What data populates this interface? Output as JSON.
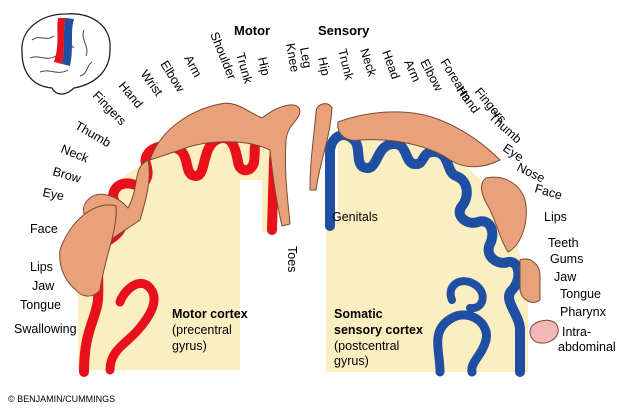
{
  "headings": {
    "motor": "Motor",
    "sensory": "Sensory"
  },
  "motor_labels": [
    "Toes",
    "Knee",
    "Hip",
    "Trunk",
    "Shoulder",
    "Arm",
    "Elbow",
    "Wrist",
    "Hand",
    "Fingers",
    "Thumb",
    "Neck",
    "Brow",
    "Eye",
    "Face",
    "Lips",
    "Jaw",
    "Tongue",
    "Swallowing"
  ],
  "sensory_labels": [
    "Genitals",
    "Leg",
    "Hip",
    "Trunk",
    "Neck",
    "Head",
    "Arm",
    "Elbow",
    "Forearm",
    "Hand",
    "Fingers",
    "Thumb",
    "Eye",
    "Nose",
    "Face",
    "Lips",
    "Teeth",
    "Gums",
    "Jaw",
    "Tongue",
    "Pharynx",
    "Intra-",
    "abdominal"
  ],
  "motor_caption": {
    "title": "Motor cortex",
    "sub1": "(precentral",
    "sub2": "gyrus)"
  },
  "sensory_caption": {
    "title1": "Somatic",
    "title2": "sensory cortex",
    "sub1": "(postcentral",
    "sub2": "gyrus)"
  },
  "copyright": "© BENJAMIN/CUMMINGS",
  "colors": {
    "motor": "#e8111b",
    "sensory": "#1f4fa3",
    "cortex_fill": "#fbefc2",
    "body": "#e9a17b"
  }
}
